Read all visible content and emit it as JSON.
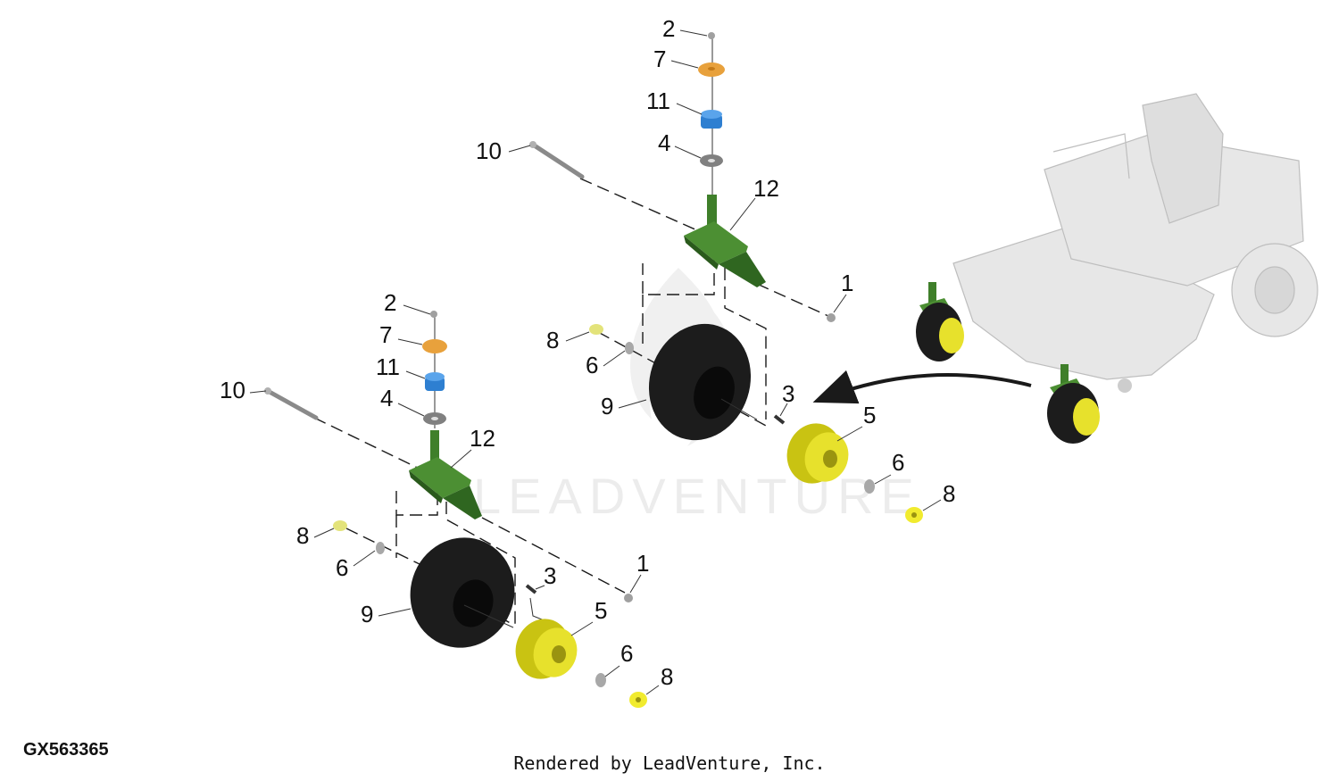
{
  "diagram": {
    "figure_id": "GX563365",
    "credit": "Rendered by LeadVenture, Inc.",
    "watermark": "LEADVENTURE",
    "colors": {
      "caster_fork": "#3f7f2a",
      "bushing": "#2e7fd1",
      "washer_orange": "#e8a13c",
      "rim": "#e7e12c",
      "tire": "#1c1c1c",
      "hardware": "#9a9a9a"
    },
    "callouts": {
      "upper": {
        "c2": "2",
        "c7": "7",
        "c11": "11",
        "c4": "4",
        "c10": "10",
        "c12": "12",
        "c1": "1",
        "c8a": "8",
        "c6a": "6",
        "c9": "9",
        "c3": "3",
        "c5": "5",
        "c6b": "6",
        "c8b": "8"
      },
      "lower": {
        "c2": "2",
        "c7": "7",
        "c11": "11",
        "c4": "4",
        "c10": "10",
        "c12": "12",
        "c1": "1",
        "c8a": "8",
        "c6a": "6",
        "c9": "9",
        "c3": "3",
        "c5": "5",
        "c6b": "6",
        "c8b": "8"
      }
    }
  }
}
